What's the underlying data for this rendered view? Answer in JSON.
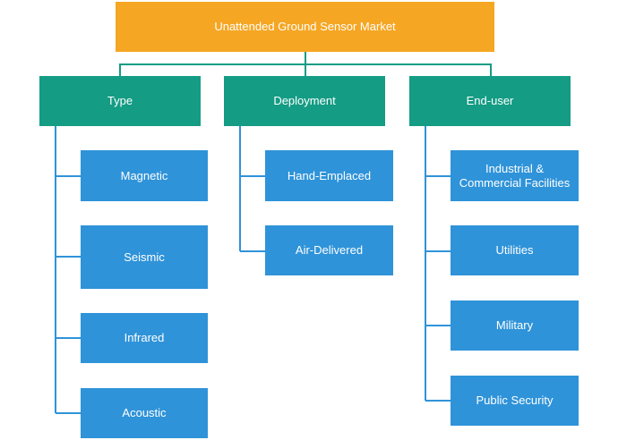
{
  "root": {
    "label": "Unattended Ground Sensor Market"
  },
  "categories": [
    {
      "label": "Type",
      "items": [
        "Magnetic",
        "Seismic",
        "Infrared",
        "Acoustic"
      ]
    },
    {
      "label": "Deployment",
      "items": [
        "Hand-Emplaced",
        "Air-Delivered"
      ]
    },
    {
      "label": "End-user",
      "items": [
        "Industrial & Commercial Facilities",
        "Utilities",
        "Military",
        "Public Security"
      ]
    }
  ],
  "colors": {
    "root": "#f5a623",
    "category": "#149c84",
    "leaf": "#2f93d9"
  }
}
